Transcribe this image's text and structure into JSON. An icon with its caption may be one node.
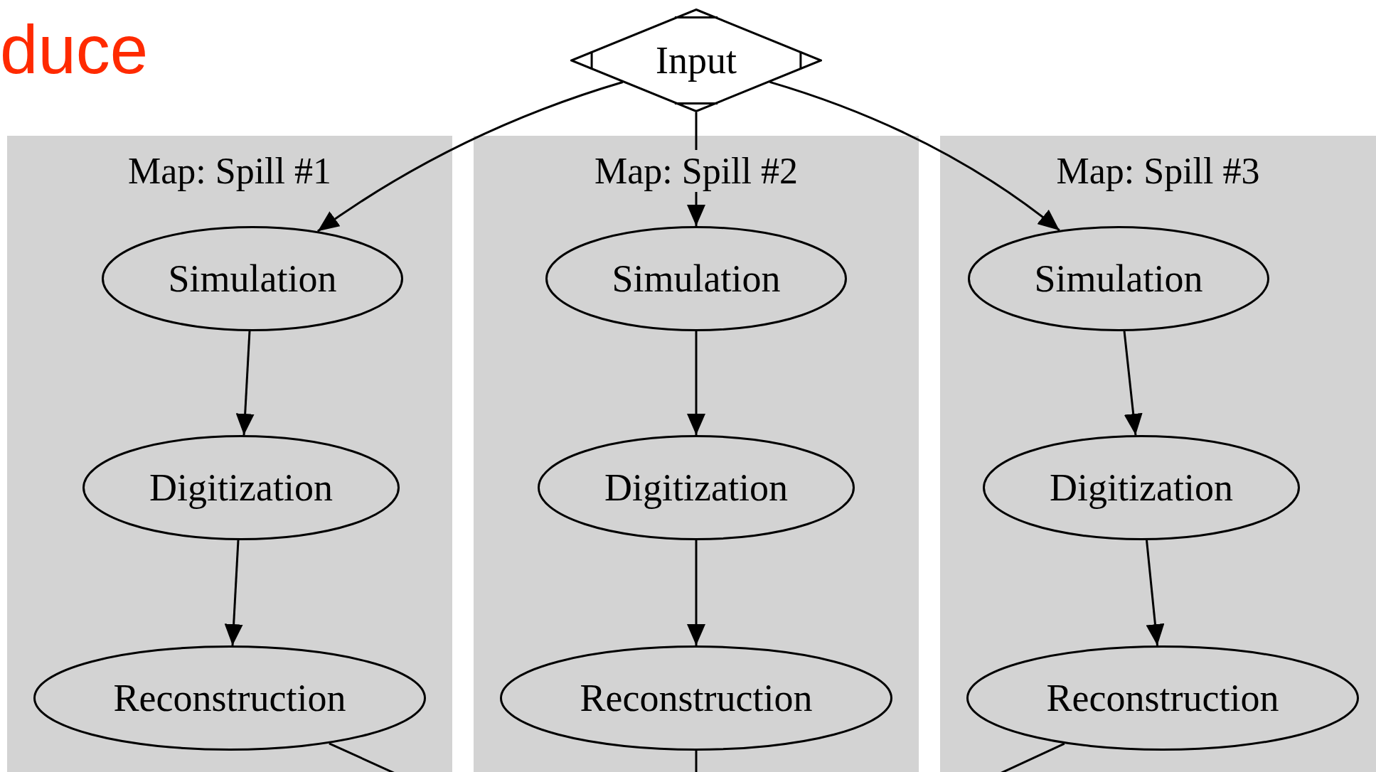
{
  "diagram": {
    "title": "duce",
    "nodes": [
      {
        "text": [
          "Input"
        ]
      },
      {
        "text": [
          "Map: Spill #1"
        ]
      },
      {
        "text": [
          "Simulation"
        ],
        "in": 1
      },
      {
        "text": [
          "Digitization"
        ],
        "in": 1
      },
      {
        "text": [
          "Reconstruction"
        ],
        "in": 1
      },
      {
        "text": [
          "Map: Spill #2"
        ]
      },
      {
        "text": [
          "Simulation"
        ],
        "in": 5
      },
      {
        "text": [
          "Digitization"
        ],
        "in": 5
      },
      {
        "text": [
          "Reconstruction"
        ],
        "in": 5
      },
      {
        "text": [
          "Map: Spill #3"
        ]
      },
      {
        "text": [
          "Simulation"
        ],
        "in": 9
      },
      {
        "text": [
          "Digitization"
        ],
        "in": 9
      },
      {
        "text": [
          "Reconstruction"
        ],
        "in": 9
      }
    ],
    "edges": [
      {
        "from": 0,
        "to": 2,
        "arrow": "to"
      },
      {
        "from": 0,
        "to": 6,
        "arrow": "to"
      },
      {
        "from": 0,
        "to": 10,
        "arrow": "to"
      },
      {
        "from": 2,
        "to": 3,
        "arrow": "to"
      },
      {
        "from": 3,
        "to": 4,
        "arrow": "to"
      },
      {
        "from": 6,
        "to": 7,
        "arrow": "to"
      },
      {
        "from": 7,
        "to": 8,
        "arrow": "to"
      },
      {
        "from": 10,
        "to": 11,
        "arrow": "to"
      },
      {
        "from": 11,
        "to": 12,
        "arrow": "to"
      },
      {
        "from": 4,
        "to": null,
        "arrow": "none"
      },
      {
        "from": 8,
        "to": null,
        "arrow": "none"
      },
      {
        "from": 12,
        "to": null,
        "arrow": "none"
      }
    ]
  }
}
